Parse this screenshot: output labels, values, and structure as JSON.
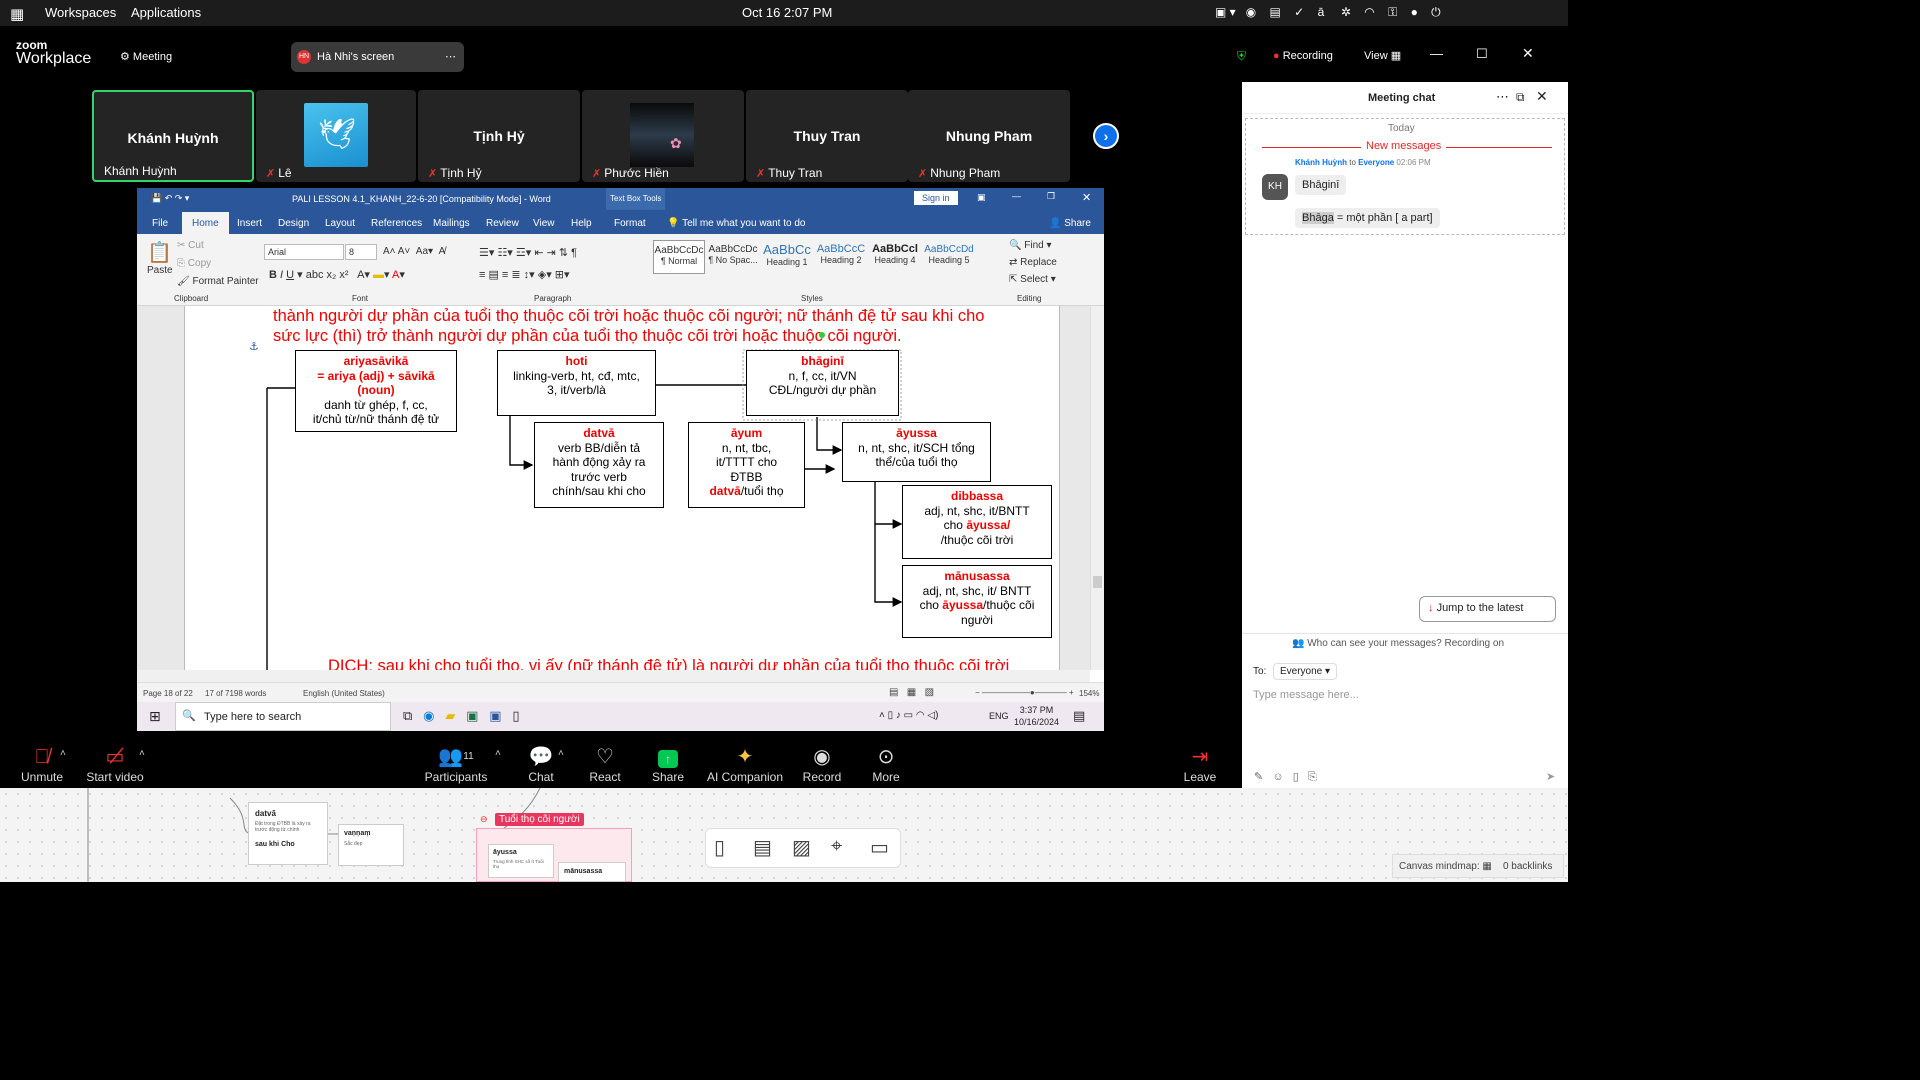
{
  "os_bar": {
    "workspaces": "Workspaces",
    "applications": "Applications",
    "datetime": "Oct 16  2:07 PM"
  },
  "zoom": {
    "logo_top": "zoom",
    "logo_bottom": "Workplace",
    "meeting": "Meeting",
    "share_owner_initials": "HN",
    "share_label": "Hà Nhi's screen",
    "recording": "Recording",
    "view": "View"
  },
  "participants": [
    {
      "big": "Khánh Huỳnh",
      "name": "Khánh Huỳnh",
      "muted": false
    },
    {
      "big": "",
      "name": "Lê",
      "muted": true
    },
    {
      "big": "Tịnh Hỷ",
      "name": "Tịnh Hỷ",
      "muted": true
    },
    {
      "big": "",
      "name": "Phước Hiền",
      "muted": true
    },
    {
      "big": "Thuy Tran",
      "name": "Thuy Tran",
      "muted": true
    },
    {
      "big": "Nhung Pham",
      "name": "Nhung Pham",
      "muted": true
    }
  ],
  "word": {
    "title": "PALI LESSON 4.1_KHANH_22-6-20 [Compatibility Mode] - Word",
    "context_tab": "Text Box Tools",
    "sign_in": "Sign in",
    "tabs": [
      "File",
      "Home",
      "Insert",
      "Design",
      "Layout",
      "References",
      "Mailings",
      "Review",
      "View",
      "Help",
      "Format"
    ],
    "tell_me": "Tell me what you want to do",
    "share": "Share",
    "clipboard": {
      "paste": "Paste",
      "cut": "Cut",
      "copy": "Copy",
      "format_painter": "Format Painter",
      "group": "Clipboard"
    },
    "font": {
      "name": "Arial",
      "size": "8",
      "group": "Font"
    },
    "paragraph_group": "Paragraph",
    "styles": [
      {
        "preview": "AaBbCcDc",
        "label": "¶ Normal"
      },
      {
        "preview": "AaBbCcDc",
        "label": "¶ No Spac..."
      },
      {
        "preview": "AaBbCc",
        "label": "Heading 1"
      },
      {
        "preview": "AaBbCcC",
        "label": "Heading 2"
      },
      {
        "preview": "AaBbCcl",
        "label": "Heading 4"
      },
      {
        "preview": "AaBbCcDd",
        "label": "Heading 5"
      }
    ],
    "styles_group": "Styles",
    "editing": {
      "find": "Find",
      "replace": "Replace",
      "select": "Select",
      "group": "Editing"
    },
    "doc_line1": "thành người dự phần của tuổi thọ thuộc cõi trời hoặc thuộc cõi người; nữ thánh đệ tử sau khi cho",
    "doc_line2": "sức lực (thì) trở thành người dự phần của tuổi thọ thuộc cõi trời hoặc thuộc cõi người.",
    "doc_bottom": "DỊCH: sau khi cho tuổi thọ, vị ấy (nữ thánh đệ tử) là người dự phần của tuổi thọ thuộc cõi trời",
    "boxes": {
      "ariya": {
        "t1": "ariyasāvikā",
        "t2": "= ariya (adj) + sāvikā",
        "t3": "(noun)",
        "b1": "danh từ ghép, f, cc,",
        "b2": "it/chủ từ/nữ thánh đệ tử"
      },
      "hoti": {
        "t1": "hoti",
        "b1": "linking-verb, ht, cđ, mtc,",
        "b2": "3, it/verb/là"
      },
      "bhagini": {
        "t1": "bhāginī",
        "b1": "n, f, cc, it/VN",
        "b2": "CĐL/người dự phần"
      },
      "datva": {
        "t1": "datvā",
        "b1": "verb BB/diễn tả",
        "b2": "hành động xảy ra",
        "b3": "trước verb",
        "b4": "chính/sau khi cho"
      },
      "ayum": {
        "t1": "āyum",
        "b1": "n, nt, tbc,",
        "b2": "it/TTTT cho",
        "b3": "ĐTBB",
        "b4r": "datvā",
        "b4": "/tuổi thọ"
      },
      "ayussa": {
        "t1": "āyussa",
        "b1": "n, nt, shc, it/SCH tổng",
        "b2": "thể/của tuổi thọ"
      },
      "dibbassa": {
        "t1": "dibbassa",
        "b1": "adj, nt, shc, it/BNTT",
        "b2a": "cho ",
        "b2r": "āyussa/",
        "b3": "/thuộc cõi trời"
      },
      "manusassa": {
        "t1": "mānusassa",
        "b1": "adj, nt, shc, it/ BNTT",
        "b2a": "cho ",
        "b2r": "āyussa",
        "b2b": "/thuộc cõi",
        "b3": "người"
      }
    },
    "status": {
      "page": "Page 18 of 22",
      "words": "17 of 7198 words",
      "lang": "English (United States)",
      "zoom": "154%"
    },
    "taskbar": {
      "search": "Type here to search",
      "lang": "ENG",
      "time": "3:37 PM",
      "date": "10/16/2024"
    }
  },
  "chat": {
    "title": "Meeting chat",
    "today": "Today",
    "new_messages": "New messages",
    "sender": "Khánh Huỳnh",
    "to": "to",
    "recipient": "Everyone",
    "time": "02:06 PM",
    "initials": "KH",
    "msg1": "Bhāginī",
    "msg2_hl": "Bhāga",
    "msg2": " = một phần [ a part]",
    "jump": "Jump to the latest",
    "privacy": "Who can see your messages? Recording on",
    "to_label": "To:",
    "to_value": "Everyone",
    "placeholder": "Type message here..."
  },
  "controls": {
    "unmute": "Unmute",
    "start_video": "Start video",
    "participants": "Participants",
    "participant_count": "11",
    "chat": "Chat",
    "react": "React",
    "share": "Share",
    "ai": "AI Companion",
    "record": "Record",
    "more": "More",
    "leave": "Leave"
  },
  "canvas": {
    "datva": "datvā",
    "datva_sub": "Đặt trong ĐTBB là xảy ra trước động từ chính",
    "sau_khi_cho": "sau khi Cho",
    "vannam": "vaṇṇaṃ",
    "vannam_sub": "Sắc đẹp",
    "group": "Tuổi thọ cõi người",
    "ayussa": "āyussa",
    "ayussa_sub": "Trung tính SHC số ít Tuổi thọ",
    "manusassa": "mānusassa",
    "mindmap": "Canvas mindmap:",
    "backlinks": "0 backlinks"
  },
  "colors": {
    "zoom_bg": "#000000",
    "word_blue": "#2b579a",
    "red_text": "#e00000",
    "chat_blue": "#0e71eb",
    "share_green": "#00c853",
    "new_msg_red": "#e02828"
  }
}
